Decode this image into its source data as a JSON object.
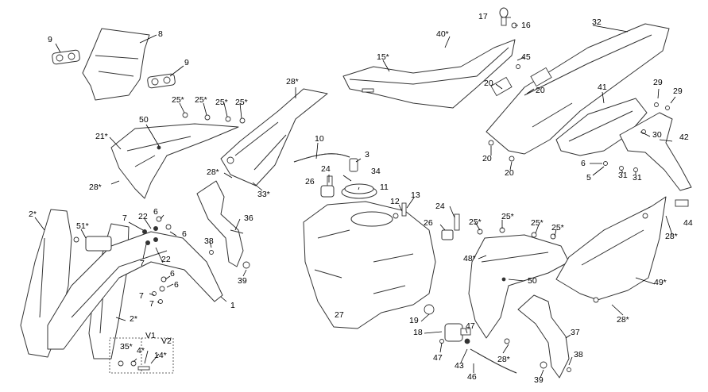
{
  "callouts": {
    "c_9a": "9",
    "c_8": "8",
    "c_9b": "9",
    "c_25a": "25*",
    "c_25b": "25*",
    "c_25c": "25*",
    "c_25d": "25*",
    "c_50a": "50",
    "c_21": "21*",
    "c_28a": "28*",
    "c_28b": "28*",
    "c_28c": "28*",
    "c_33": "33*",
    "c_10": "10",
    "c_3": "3",
    "c_24a": "24",
    "c_34": "34",
    "c_26a": "26",
    "c_11": "11",
    "c_15": "15*",
    "c_40": "40*",
    "c_17": "17",
    "c_16": "16",
    "c_32": "32",
    "c_45": "45",
    "c_20a": "20",
    "c_20b": "20",
    "c_20c": "20",
    "c_20d": "20",
    "c_41": "41",
    "c_29a": "29",
    "c_29b": "29",
    "c_30": "30",
    "c_42": "42",
    "c_6a": "6",
    "c_5": "5",
    "c_31a": "31",
    "c_31b": "31",
    "c_2a": "2*",
    "c_51": "51*",
    "c_7a": "7",
    "c_22a": "22",
    "c_6b": "6",
    "c_6c": "6",
    "c_7b": "7",
    "c_22b": "22",
    "c_6d": "6",
    "c_6e": "6",
    "c_7c": "7",
    "c_7d": "7",
    "c_1": "1",
    "c_36": "36",
    "c_38a": "38",
    "c_39a": "39",
    "c_2b": "2*",
    "c_V1": "V1",
    "c_V2": "V2",
    "c_35": "35*",
    "c_4": "4*",
    "c_14": "14*",
    "c_12": "12",
    "c_13": "13",
    "c_24b": "24",
    "c_26b": "26",
    "c_27": "27",
    "c_25e": "25*",
    "c_25f": "25*",
    "c_25g": "25*",
    "c_25h": "25*",
    "c_48": "48*",
    "c_50b": "50",
    "c_49": "49*",
    "c_28d": "28*",
    "c_44": "44",
    "c_28e": "28*",
    "c_19": "19",
    "c_18": "18",
    "c_47a": "47",
    "c_47b": "47",
    "c_43": "43",
    "c_46": "46",
    "c_28f": "28*",
    "c_37": "37",
    "c_38b": "38",
    "c_39b": "39"
  }
}
